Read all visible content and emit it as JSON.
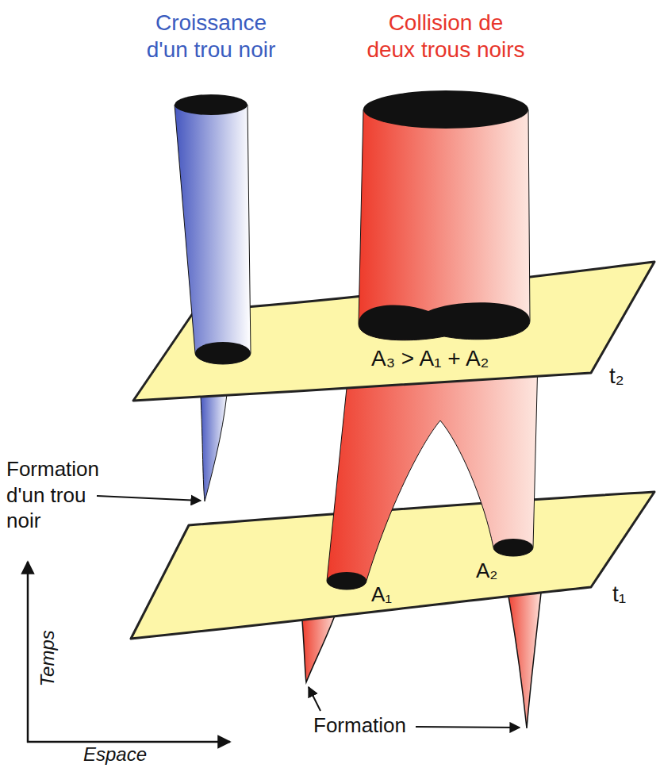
{
  "diagram": {
    "labels": [
      "Croissance d'un trou noir",
      "Collision de deux trous noirs",
      "A₃ > A₁ + A₂",
      "t₂",
      "Formation d'un trou noir",
      "A₁",
      "A₂",
      "t₁",
      "Temps",
      "Espace",
      "Formation"
    ]
  }
}
